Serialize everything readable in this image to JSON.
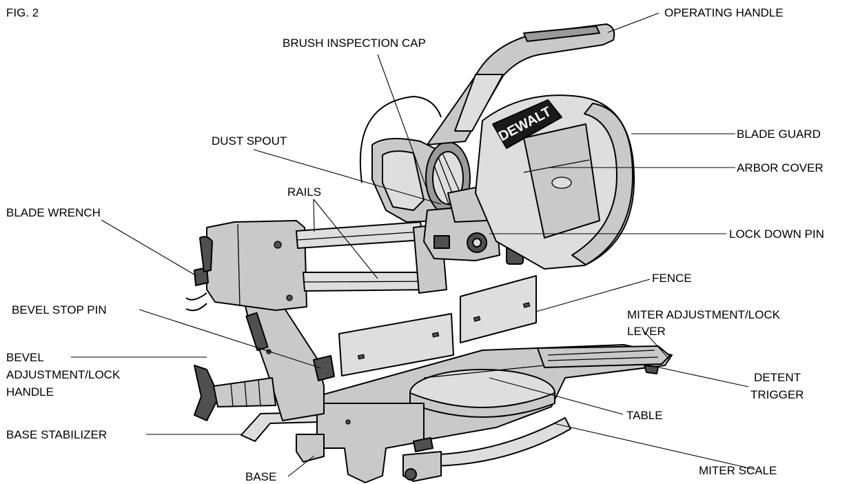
{
  "figure_label": "FIG. 2",
  "callouts": {
    "operating_handle": "OPERATING HANDLE",
    "brush_inspection_cap": "BRUSH INSPECTION CAP",
    "blade_guard": "BLADE GUARD",
    "dust_spout": "DUST SPOUT",
    "arbor_cover": "ARBOR COVER",
    "rails": "RAILS",
    "blade_wrench": "BLADE WRENCH",
    "lock_down_pin": "LOCK DOWN PIN",
    "fence": "FENCE",
    "bevel_stop_pin": "BEVEL STOP PIN",
    "miter_adjustment_lock_lever_line1": "MITER ADJUSTMENT/LOCK",
    "miter_adjustment_lock_lever_line2": "LEVER",
    "bevel_adjustment_lock_handle_line1": "BEVEL",
    "bevel_adjustment_lock_handle_line2": "ADJUSTMENT/LOCK",
    "bevel_adjustment_lock_handle_line3": "HANDLE",
    "detent_trigger_line1": "DETENT",
    "detent_trigger_line2": "TRIGGER",
    "table": "TABLE",
    "base_stabilizer": "BASE STABILIZER",
    "miter_scale": "MITER SCALE",
    "base": "BASE"
  },
  "saw": {
    "brand_logo": "DEWALT"
  }
}
